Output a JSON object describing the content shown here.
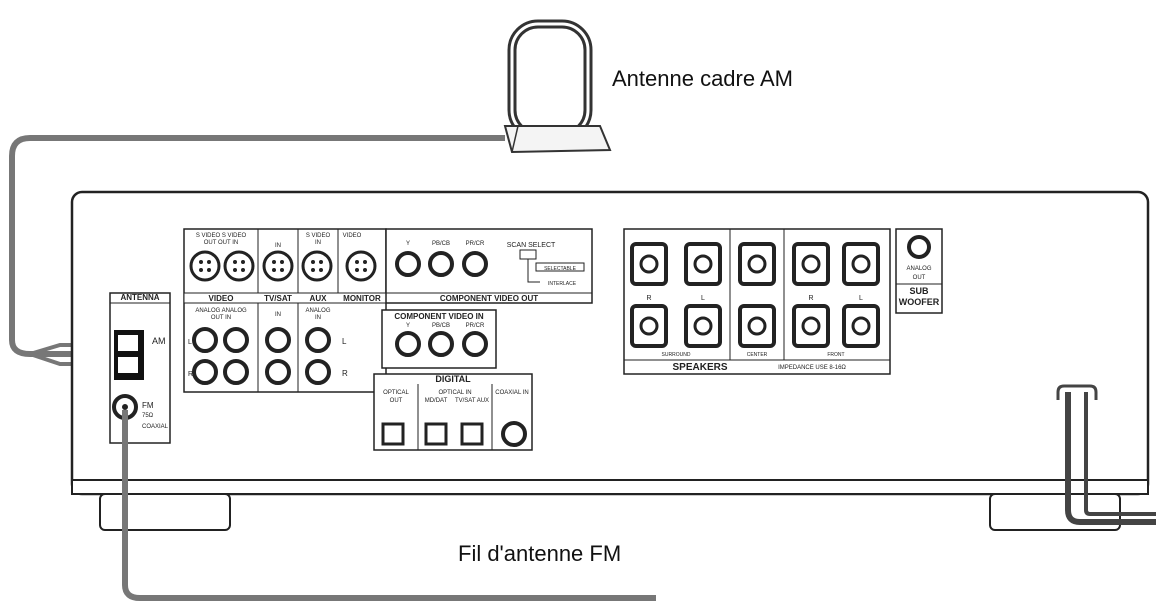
{
  "callouts": {
    "am_antenna": "Antenne cadre AM",
    "fm_antenna": "Fil d'antenne FM"
  },
  "panel": {
    "antenna": {
      "title": "ANTENNA",
      "am": "AM",
      "fm": "FM",
      "fm_ohm": "75Ω",
      "coaxial": "COAXIAL"
    },
    "video": {
      "title": "VIDEO",
      "top": "S VIDEO S VIDEO",
      "sub": "OUT OUT IN",
      "analog": "ANALOG ANALOG",
      "analog_sub": "OUT IN"
    },
    "tvsat": {
      "title": "TV/SAT",
      "in": "IN",
      "in2": "IN"
    },
    "aux": {
      "title": "AUX",
      "top": "S VIDEO",
      "in": "IN",
      "analog": "ANALOG",
      "analog_in": "IN"
    },
    "monitor": {
      "title": "MONITOR",
      "video": "VIDEO"
    },
    "lr": {
      "l": "L",
      "r": "R"
    },
    "component_out": {
      "title": "COMPONENT VIDEO OUT",
      "y": "Y",
      "pb": "PB/CB",
      "pr": "PR/CR",
      "scan": "SCAN SELECT",
      "selectable": "SELECTABLE",
      "interlace": "INTERLACE"
    },
    "component_in": {
      "title": "COMPONENT VIDEO IN",
      "y": "Y",
      "pb": "PB/CB",
      "pr": "PR/CR"
    },
    "digital": {
      "title": "DIGITAL",
      "optical_out": "OPTICAL",
      "out": "OUT",
      "optical_in": "OPTICAL IN",
      "md": "MD/DAT",
      "tvsat": "TV/SAT AUX",
      "coax": "COAXIAL IN"
    },
    "speakers": {
      "title": "SPEAKERS",
      "impedance": "IMPEDANCE USE 8-16Ω",
      "surround": "SURROUND",
      "front": "FRONT",
      "center": "CENTER",
      "r": "R",
      "l": "L"
    },
    "sub": {
      "top": "ANALOG",
      "out": "OUT",
      "title1": "SUB",
      "title2": "WOOFER"
    }
  }
}
